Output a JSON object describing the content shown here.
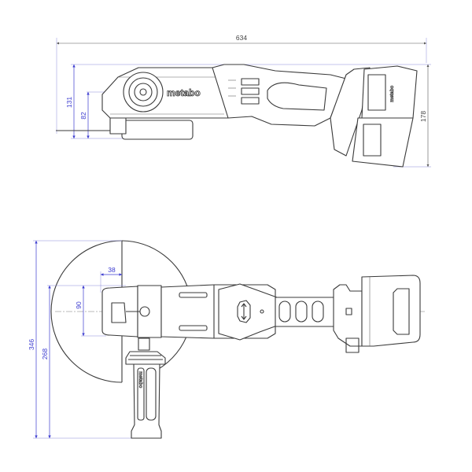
{
  "drawing": {
    "side_view": {
      "dimensions": {
        "overall_length": "634",
        "head_height": "131",
        "spindle_height": "82",
        "overall_height": "178"
      },
      "brand_logo": "metabo"
    },
    "top_view": {
      "dimensions": {
        "guard_offset": "38",
        "head_width": "90",
        "total_width": "346",
        "handle_reach": "268"
      },
      "brand_logo": "metabo"
    },
    "colors": {
      "dimension": "#3b3bd0",
      "outline": "#3a3a3a"
    }
  }
}
